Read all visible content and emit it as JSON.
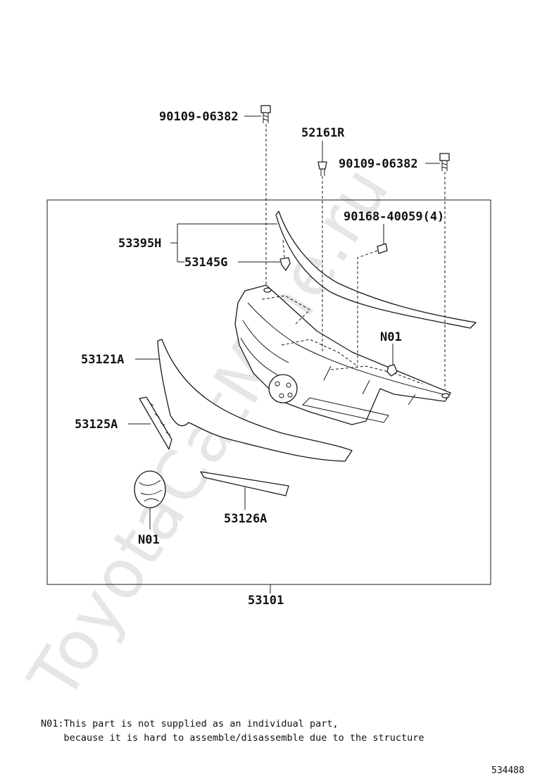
{
  "watermark": "ToyotaCatMine.ru",
  "labels": {
    "bolt_left": "90109-06382",
    "clip_52161r": "52161R",
    "bolt_right": "90109-06382",
    "screw_90168": "90168-40059(4)",
    "label_53395h": "53395H",
    "label_53145g": "53145G",
    "note_n01_upper": "N01",
    "label_53121a": "53121A",
    "label_53125a": "53125A",
    "label_53126a": "53126A",
    "note_n01_lower": "N01",
    "assembly_53101": "53101"
  },
  "footnote": {
    "line1": "N01:This part is not supplied as an individual part,",
    "line2": "    because it is hard to assemble/disassemble due to the structure"
  },
  "catalog_number": "534488"
}
